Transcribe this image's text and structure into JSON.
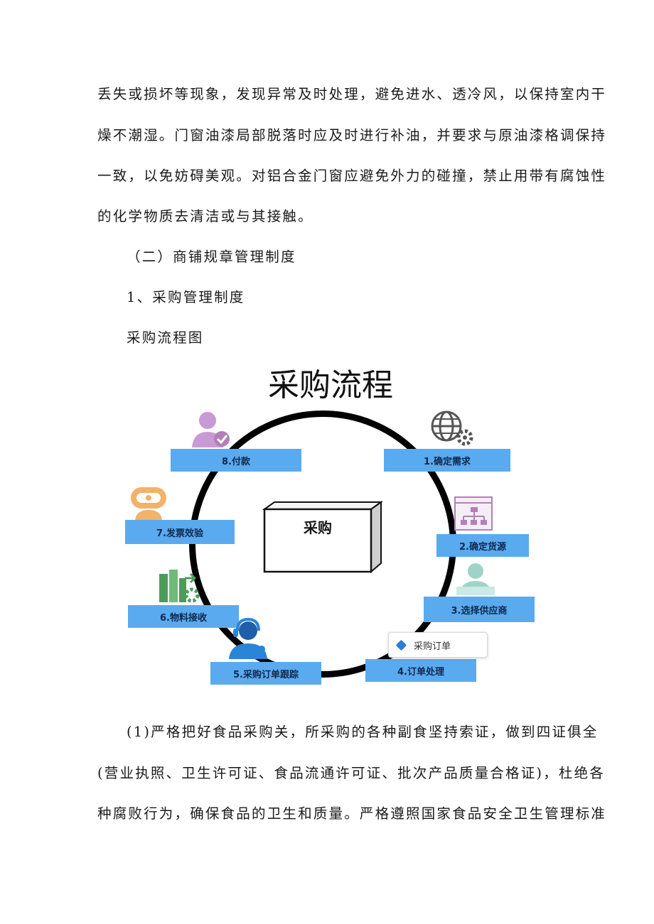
{
  "paragraphs": [
    "丢失或损坏等现象，发现异常及时处理，避免进水、透冷风，以保持室内干",
    "燥不潮湿。门窗油漆局部脱落时应及时进行补油，并要求与原油漆格调保持",
    "一致，以免妨碍美观。对铝合金门窗应避免外力的碰撞，禁止用带有腐蚀性",
    "的化学物质去清洁或与其接触。"
  ],
  "headings": {
    "section": "（二）商铺规章管理制度",
    "subsection": "1、采购管理制度",
    "figure_caption": "采购流程图"
  },
  "diagram": {
    "title": "采购流程",
    "center_label": "采购",
    "steps": [
      "1.确定需求",
      "2.确定货源",
      "3.选择供应商",
      "4.订单处理",
      "5.采购订单跟踪",
      "6.物料接收",
      "7.发票效验",
      "8.付款"
    ],
    "order_card": "采购订单"
  },
  "body_lines": [
    "(1)严格把好食品采购关，所采购的各种副食坚持索证，做到四证俱全",
    "(营业执照、卫生许可证、食品流通许可证、批次产品质量合格证)，杜绝各",
    "种腐败行为，确保食品的卫生和质量。严格遵照国家食品安全卫生管理标准"
  ],
  "colors": {
    "step_bg": "#5aaaf0",
    "step_text": "#10284a",
    "ring": "#000000"
  }
}
